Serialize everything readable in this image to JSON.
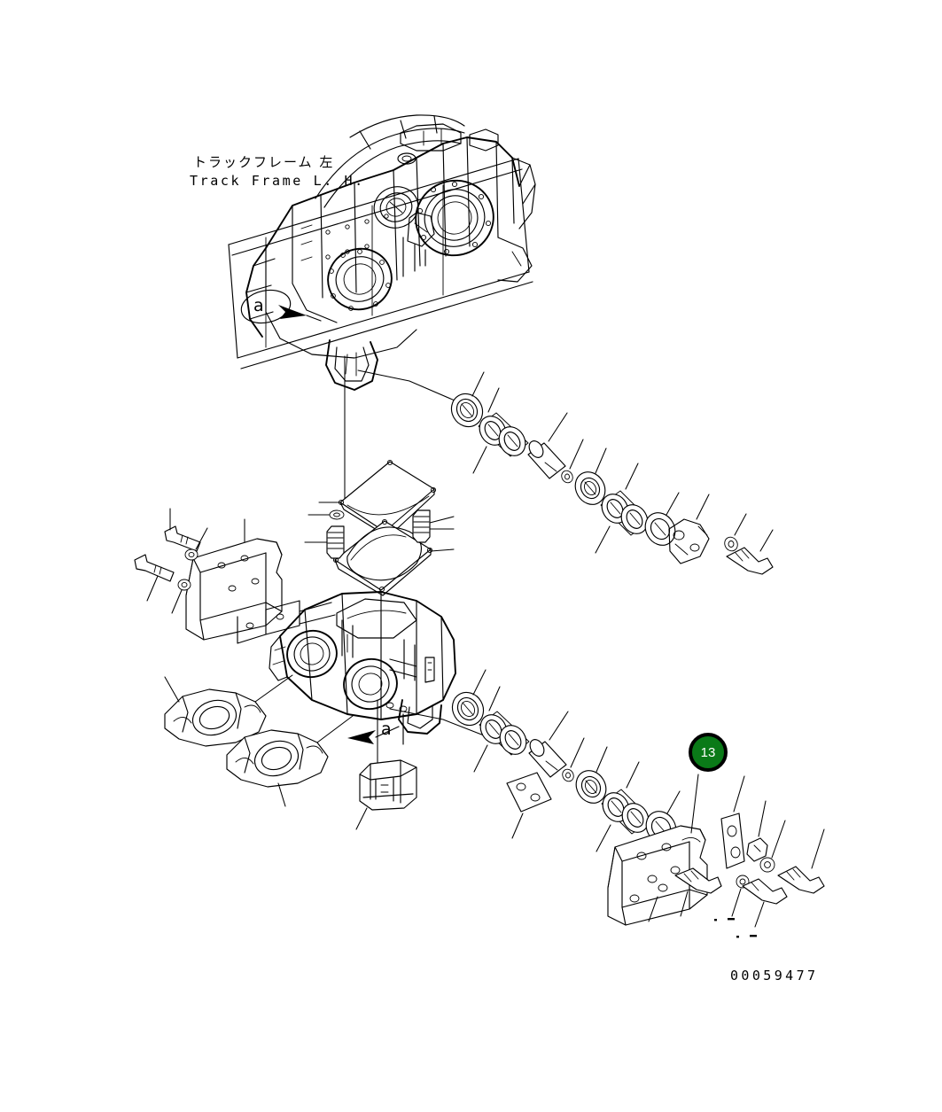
{
  "document": {
    "kind": "exploded-parts-diagram",
    "drawing_number": "00059477",
    "background_color": "#ffffff",
    "line_color": "#000000"
  },
  "labels": {
    "track_frame_jp": "トラックフレーム 左",
    "track_frame_en": "Track Frame L. H.",
    "detail_marker_upper": "a",
    "detail_marker_lower": "a"
  },
  "callouts": [
    {
      "number": "13",
      "fill_color": "#0a7a18",
      "ring_color": "#000000",
      "text_color": "#ffffff",
      "target": "guard-plate-right-lower"
    }
  ],
  "assemblies": [
    {
      "name": "track-frame-upper",
      "description": "Track frame L.H. housing, upper view"
    },
    {
      "name": "equalizer-housing-lower",
      "description": "Lower bogie / equalizer housing assembly"
    }
  ],
  "part_groups": [
    {
      "name": "seal-ring-upper",
      "type": "seal"
    },
    {
      "name": "bearing-pair-upper",
      "type": "bearing"
    },
    {
      "name": "sleeve-upper",
      "type": "sleeve"
    },
    {
      "name": "washer-small-upper",
      "type": "washer"
    },
    {
      "name": "bearing-race-upper",
      "type": "race"
    },
    {
      "name": "bearing-pair-upper-2",
      "type": "bearing"
    },
    {
      "name": "seal-ring-upper-2",
      "type": "seal"
    },
    {
      "name": "bracket-upper-right",
      "type": "bracket"
    },
    {
      "name": "washer-upper-right",
      "type": "washer"
    },
    {
      "name": "bolt-upper-right",
      "type": "bolt"
    },
    {
      "name": "cover-plate",
      "type": "cover"
    },
    {
      "name": "dome-cap",
      "type": "cap"
    },
    {
      "name": "cover-bolt-left",
      "type": "bolt"
    },
    {
      "name": "cover-bolt-right",
      "type": "bolt"
    },
    {
      "name": "cover-washer-left",
      "type": "washer"
    },
    {
      "name": "cover-washer-right",
      "type": "washer"
    },
    {
      "name": "guard-plate-left-upper",
      "type": "guard"
    },
    {
      "name": "guard-bolt-a",
      "type": "bolt"
    },
    {
      "name": "guard-bolt-b",
      "type": "bolt"
    },
    {
      "name": "guard-washer-a",
      "type": "washer"
    },
    {
      "name": "guard-washer-b",
      "type": "washer"
    },
    {
      "name": "bearing-cap-upper",
      "type": "cap"
    },
    {
      "name": "bearing-cap-lower",
      "type": "cap"
    },
    {
      "name": "pivot-block",
      "type": "block"
    },
    {
      "name": "seal-ring-lower",
      "type": "seal"
    },
    {
      "name": "bearing-pair-lower",
      "type": "bearing"
    },
    {
      "name": "sleeve-lower",
      "type": "sleeve"
    },
    {
      "name": "washer-small-lower",
      "type": "washer"
    },
    {
      "name": "bearing-race-lower",
      "type": "race"
    },
    {
      "name": "bearing-pair-lower-2",
      "type": "bearing"
    },
    {
      "name": "seal-ring-lower-2",
      "type": "seal"
    },
    {
      "name": "bracket-lower-mid",
      "type": "bracket"
    },
    {
      "name": "guard-plate-right-lower",
      "type": "guard"
    },
    {
      "name": "shim-plate-right",
      "type": "shim"
    },
    {
      "name": "nut-right",
      "type": "nut"
    },
    {
      "name": "washer-right-a",
      "type": "washer"
    },
    {
      "name": "washer-right-b",
      "type": "washer"
    },
    {
      "name": "bolt-right-a",
      "type": "bolt"
    },
    {
      "name": "bolt-right-b",
      "type": "bolt"
    },
    {
      "name": "bolt-right-c",
      "type": "bolt"
    },
    {
      "name": "bolt-lower-a",
      "type": "bolt"
    }
  ]
}
